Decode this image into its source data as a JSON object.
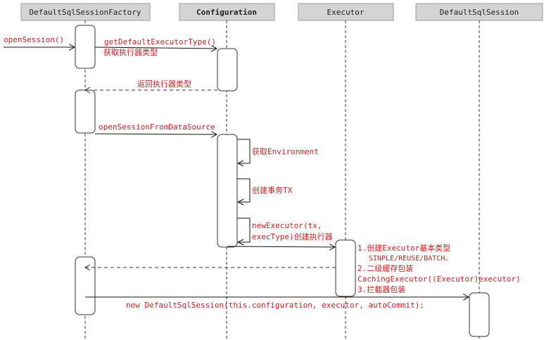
{
  "participants": {
    "factory": "DefaultSqlSessionFactory",
    "configuration": "Configuration",
    "executor": "Executor",
    "session": "DefaultSqlSession"
  },
  "messages": {
    "open_session": "openSession()",
    "get_default_executor_type": "getDefaultExecutorType()",
    "get_executor_type_cn": "获取执行器类型",
    "return_executor_type": "返回执行器类型",
    "open_session_from_ds": "openSessionFromDataSource",
    "get_environment": "获取Environment",
    "create_tx": "创建事务TX",
    "new_executor_line1": "newExecutor(tx,",
    "new_executor_line2": "execType)创建执行器",
    "executor_note_1": "1.创建Executor基本类型",
    "executor_note_1b": "SINPLE/REUSE/BATCH。",
    "executor_note_2": "2.二级缓存包装",
    "executor_note_2b": "CachingExecutor((Executor)executor)",
    "executor_note_3": "3.拦截器包装",
    "new_session": "new DefaultSqlSession(this.configuration, executor, autoCommit);"
  }
}
